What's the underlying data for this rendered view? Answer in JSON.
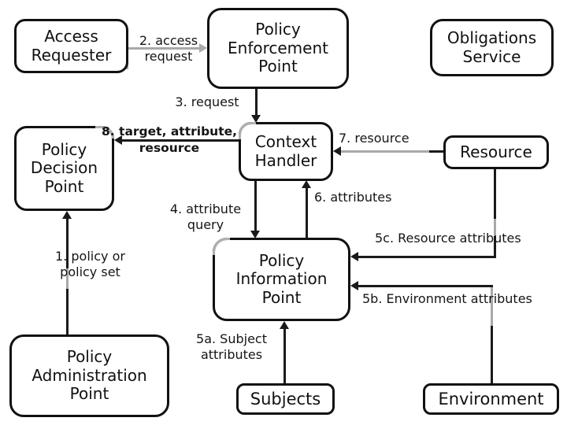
{
  "diagram": {
    "colors": {
      "background": "#ffffff",
      "line": "#1a1a1a",
      "connector_gray": "#a9a9a9",
      "text": "#111111"
    },
    "nodes": {
      "access_requester": {
        "label": "Access\nRequester"
      },
      "policy_enforcement_point": {
        "label": "Policy\nEnforcement\nPoint"
      },
      "obligations_service": {
        "label": "Obligations\nService"
      },
      "policy_decision_point": {
        "label": "Policy\nDecision\nPoint"
      },
      "context_handler": {
        "label": "Context\nHandler"
      },
      "resource": {
        "label": "Resource"
      },
      "policy_information_point": {
        "label": "Policy\nInformation\nPoint"
      },
      "policy_administration_point": {
        "label": "Policy\nAdministration\nPoint"
      },
      "subjects": {
        "label": "Subjects"
      },
      "environment": {
        "label": "Environment"
      }
    },
    "edges": {
      "e1": {
        "label": "1. policy or\npolicy set"
      },
      "e2": {
        "label": "2. access\nrequest"
      },
      "e3": {
        "label": "3. request"
      },
      "e4": {
        "label": "4. attribute\nquery"
      },
      "e5a": {
        "label": "5a. Subject\nattributes"
      },
      "e5b": {
        "label": "5b. Environment attributes"
      },
      "e5c": {
        "label": "5c. Resource attributes"
      },
      "e6": {
        "label": "6. attributes"
      },
      "e7": {
        "label": "7. resource"
      },
      "e8": {
        "label": "8. target, attribute,\nresource"
      }
    }
  }
}
